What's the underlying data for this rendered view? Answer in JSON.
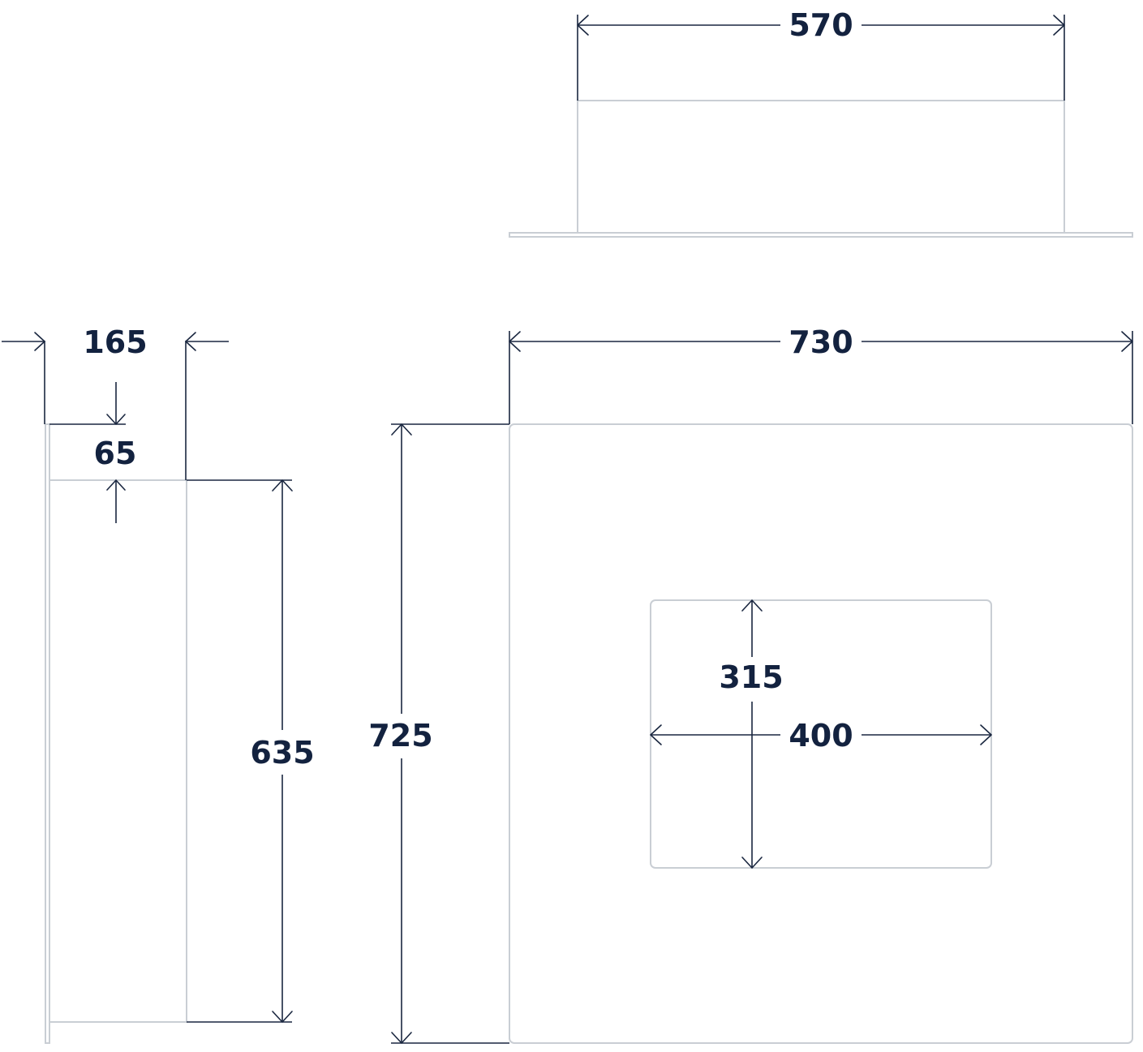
{
  "dimensions": {
    "top_view_width": "570",
    "side_view_depth": "165",
    "side_view_top_offset": "65",
    "side_view_height": "635",
    "front_view_height": "725",
    "front_view_width": "730",
    "opening_height": "315",
    "opening_width": "400"
  },
  "colors": {
    "outline": "#c9ced4",
    "dimension_line": "#1a2740",
    "label_text": "#13223f",
    "background": "#ffffff"
  }
}
